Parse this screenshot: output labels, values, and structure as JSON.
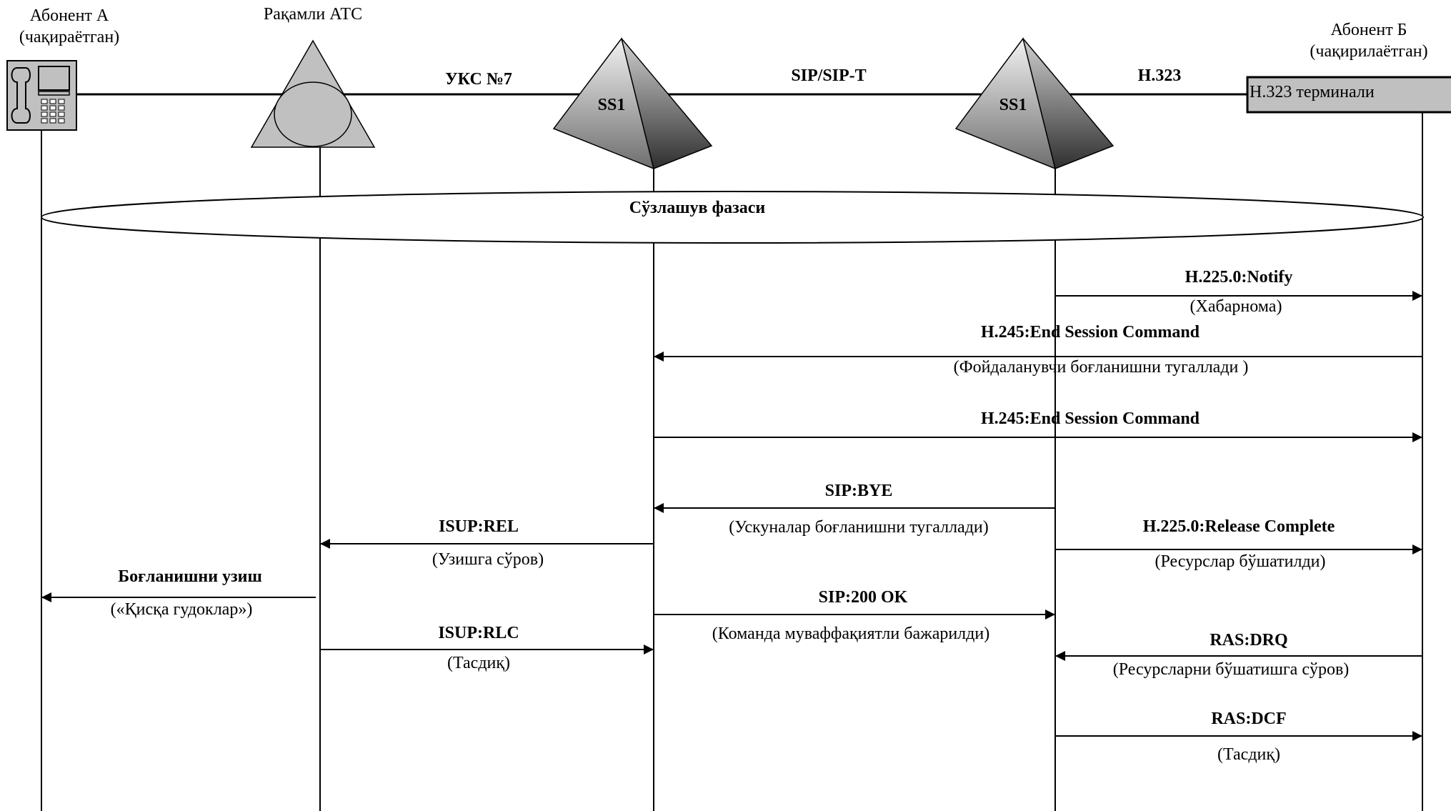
{
  "participants": {
    "subscriber_a": {
      "line1": "Абонент А",
      "line2": "(чақираётган)"
    },
    "digital_pbx": {
      "label": "Рақамли АТС"
    },
    "softswitch_1": {
      "label": "SS1"
    },
    "softswitch_2": {
      "label": "SS1"
    },
    "subscriber_b": {
      "line1": "Абонент Б",
      "line2": "(чақирилаётган)"
    },
    "h323_terminal": {
      "label": "H.323 терминали"
    }
  },
  "links": {
    "ss7": "УКС №7",
    "sip": "SIP/SIP-T",
    "h323": "H.323"
  },
  "phase": {
    "label": "Сўзлашув фазаси"
  },
  "messages": [
    {
      "id": "h225-notify",
      "label": "H.225.0:Notify",
      "note": "(Хабарнома)"
    },
    {
      "id": "h245-end-session-1",
      "label": "H.245:End Session Command",
      "note": "(Фойдаланувчи боғланишни тугаллади )"
    },
    {
      "id": "h245-end-session-2",
      "label": "H.245:End Session Command",
      "note": ""
    },
    {
      "id": "sip-bye",
      "label": "SIP:BYE",
      "note": "(Ускуналар боғланишни тугаллади)"
    },
    {
      "id": "isup-rel",
      "label": "ISUP:REL",
      "note": "(Узишга сўров)"
    },
    {
      "id": "h225-release-complete",
      "label": "H.225.0:Release Complete",
      "note": "(Ресурслар бўшатилди)"
    },
    {
      "id": "disconnect",
      "label": "Боғланишни узиш",
      "note": "(«Қисқа гудоклар»)"
    },
    {
      "id": "sip-200-ok",
      "label": "SIP:200 OK",
      "note": "(Команда муваффақиятли бажарилди)"
    },
    {
      "id": "isup-rlc",
      "label": "ISUP:RLC",
      "note": "(Тасдиқ)"
    },
    {
      "id": "ras-drq",
      "label": "RAS:DRQ",
      "note": "(Ресурсларни бўшатишга сўров)"
    },
    {
      "id": "ras-dcf",
      "label": "RAS:DCF",
      "note": "(Тасдиқ)"
    }
  ]
}
